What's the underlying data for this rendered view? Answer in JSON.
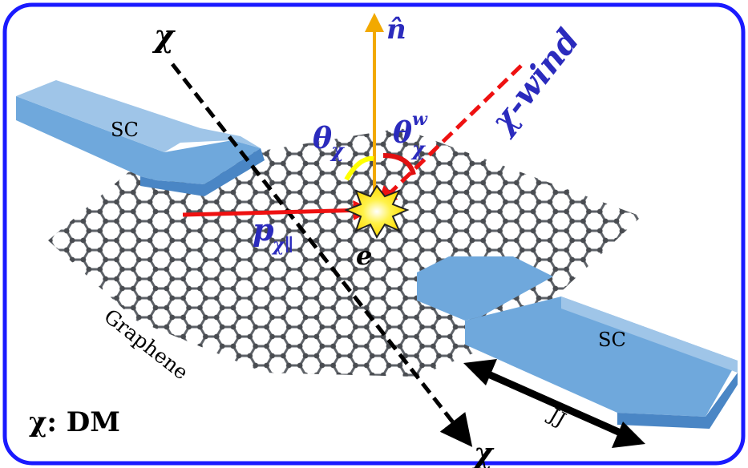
{
  "labels": {
    "chi_top": "χ",
    "chi_bottom": "χ",
    "n_hat": "n̂",
    "chi_wind": "χ-wind",
    "theta_chi": "θ",
    "theta_chi_sub": "χ",
    "theta_w": "θ",
    "theta_w_sup": "w",
    "theta_w_sub": "χ",
    "p": "p",
    "p_sub": "χ∥",
    "e": "e",
    "sc_left": "SC",
    "sc_right": "SC",
    "graphene": "Graphene",
    "jj": "JJ",
    "legend": "χ: DM"
  },
  "colors": {
    "frame": "#1a1aff",
    "navy": "#2b2bbd",
    "dm_arrow": "#000000",
    "normal_arrow": "#f2a900",
    "wind_arrow": "#ee1111",
    "momentum_arrow": "#ee1111",
    "angle_yellow": "#ffff00",
    "angle_red": "#e01010",
    "superconductor": "#6fa8dc",
    "graphene": "#5f6368"
  }
}
